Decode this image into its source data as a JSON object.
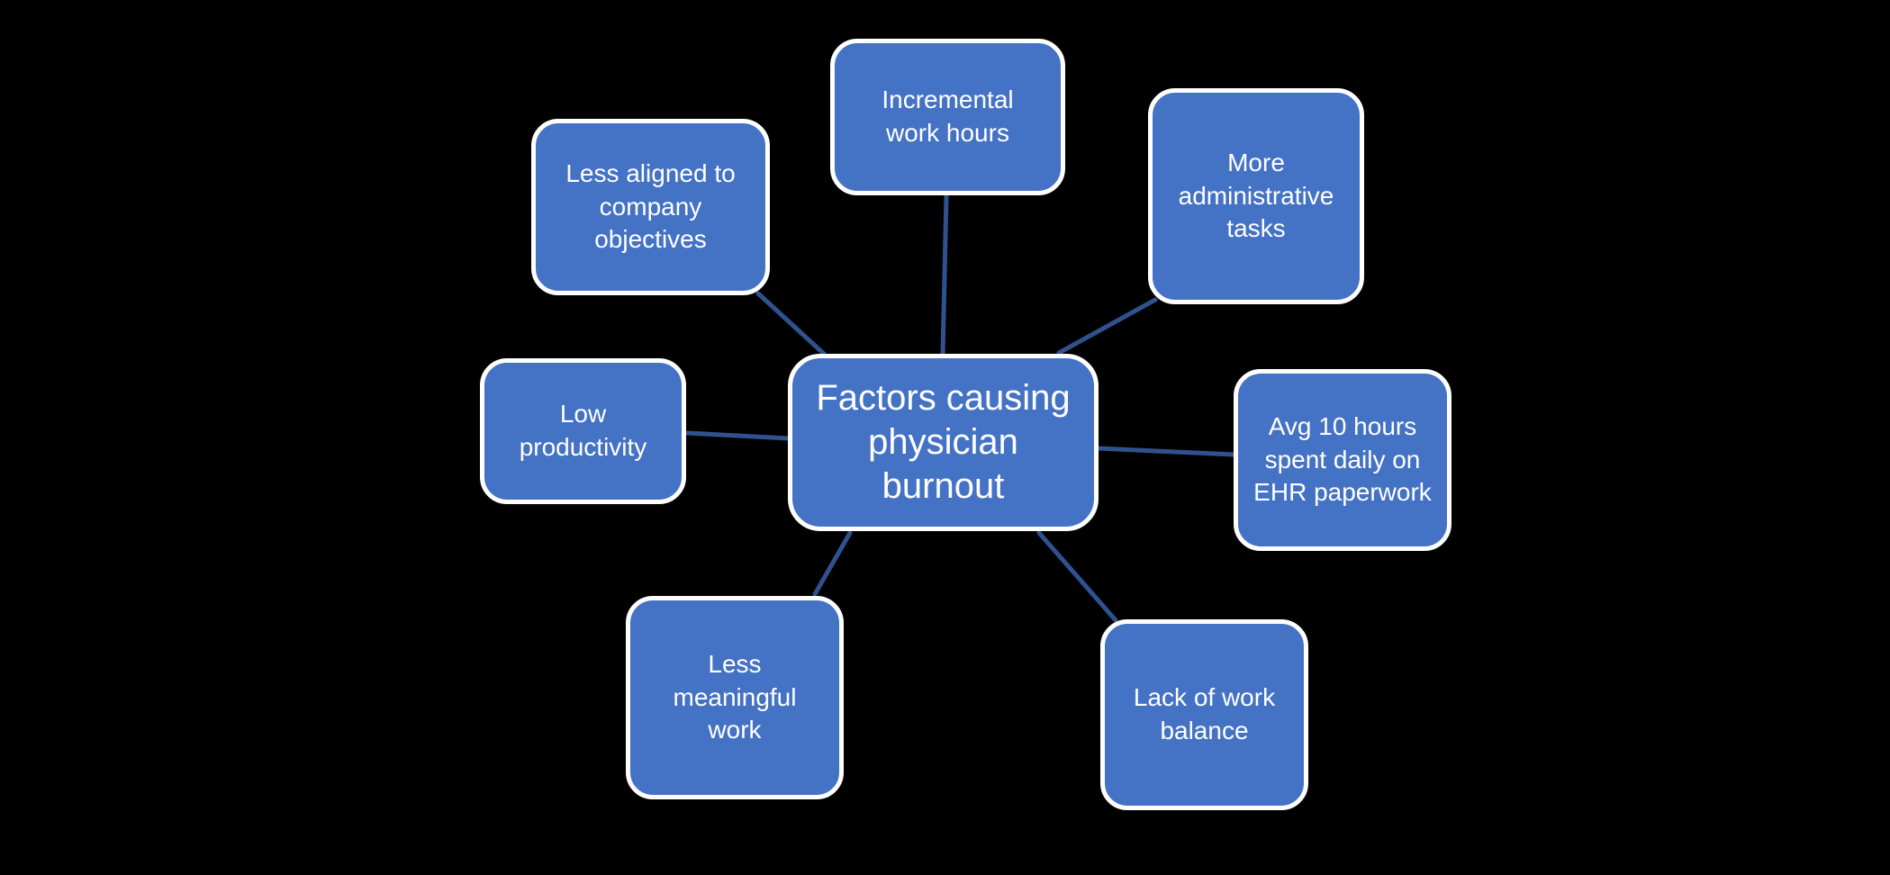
{
  "diagram": {
    "type": "radial",
    "title": "Factors causing physician burnout",
    "center": {
      "id": "factors-causing-physician-burnout",
      "label": "Factors causing\nphysician\nburnout"
    },
    "satellites": [
      {
        "id": "less-aligned-to-company-objectives",
        "position": "top-left",
        "label": "Less aligned to\ncompany\nobjectives"
      },
      {
        "id": "incremental-work-hours",
        "position": "top",
        "label": "Incremental\nwork hours"
      },
      {
        "id": "more-administrative-tasks",
        "position": "top-right",
        "label": "More\nadministrative\ntasks"
      },
      {
        "id": "avg-10-hours-ehr-paperwork",
        "position": "right",
        "label": "Avg 10 hours\nspent daily on\nEHR paperwork"
      },
      {
        "id": "lack-of-work-balance",
        "position": "bottom-right",
        "label": "Lack of work\nbalance"
      },
      {
        "id": "less-meaningful-work",
        "position": "bottom-left",
        "label": "Less\nmeaningful\nwork"
      },
      {
        "id": "low-productivity",
        "position": "left",
        "label": "Low\nproductivity"
      }
    ],
    "colors": {
      "node_fill": "#4472C4",
      "node_border": "#FFFFFF",
      "connector": "#2F528F",
      "text": "#FFFFFF",
      "background": "#000000"
    }
  }
}
